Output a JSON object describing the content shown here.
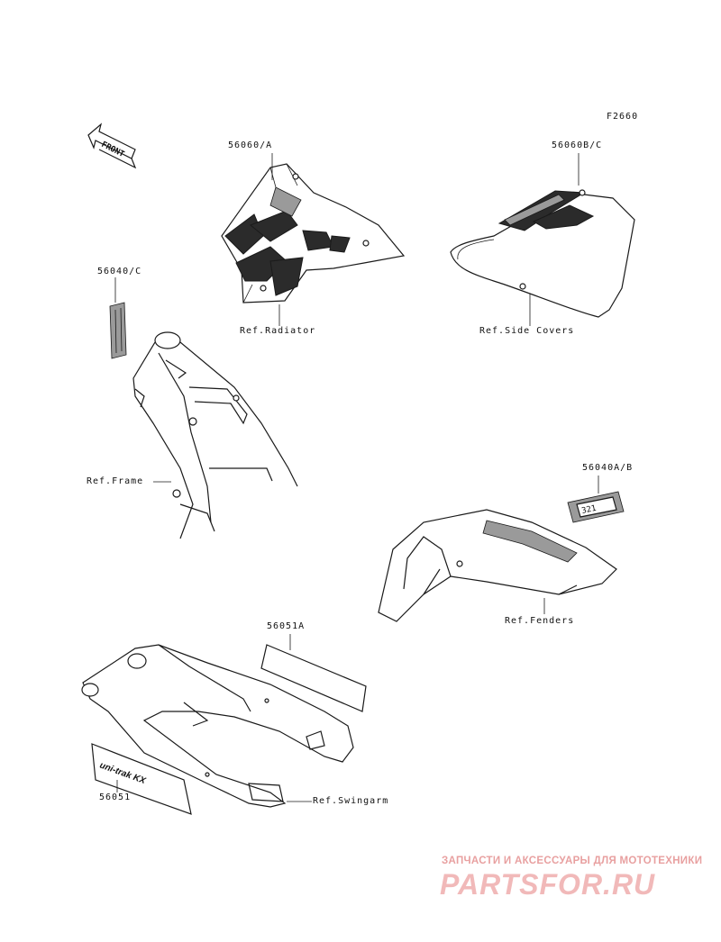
{
  "diagram_code": "F2660",
  "front_arrow_text": "FRONT",
  "labels": {
    "p56060a": "56060/A",
    "p56060bc": "56060B/C",
    "p56040c": "56040/C",
    "p56040ab": "56040A/B",
    "p56051a": "56051A",
    "p56051": "56051",
    "ref_radiator": "Ref.Radiator",
    "ref_side_covers": "Ref.Side Covers",
    "ref_frame": "Ref.Frame",
    "ref_fenders": "Ref.Fenders",
    "ref_swingarm": "Ref.Swingarm"
  },
  "decal_texts": {
    "fender_decal": "321",
    "swingarm_decal": "uni-trak KX"
  },
  "watermark": {
    "tagline": "ЗАПЧАСТИ И АКСЕССУАРЫ ДЛЯ МОТОТЕХНИКИ",
    "logo": "PARTSFOR.RU",
    "color": "#e89a9a"
  }
}
